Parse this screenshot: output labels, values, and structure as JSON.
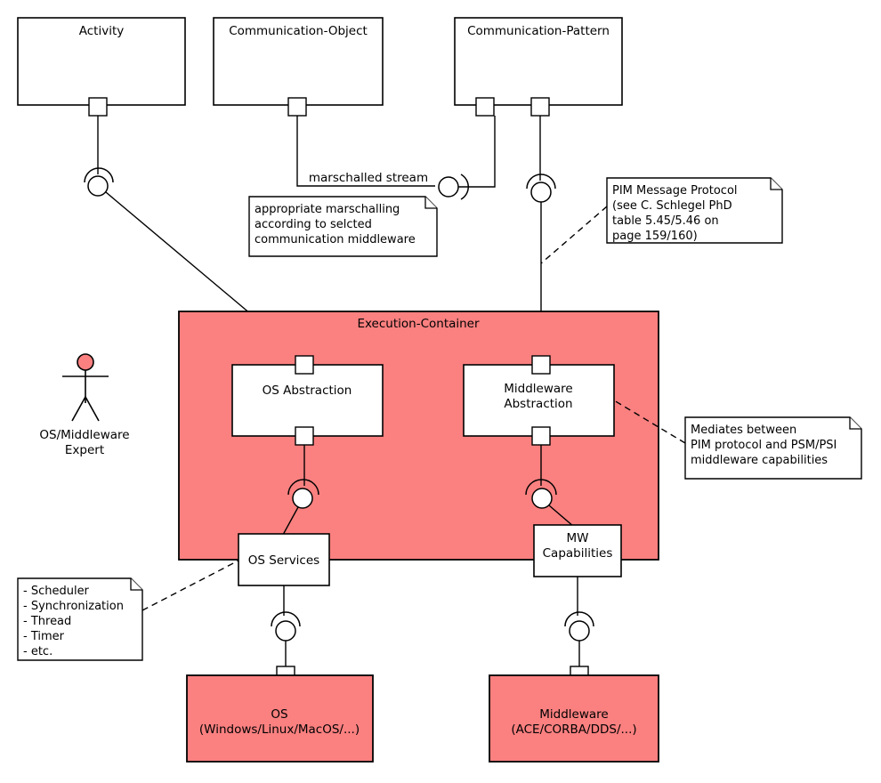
{
  "diagram": {
    "title": "Execution-Container component diagram",
    "colors": {
      "fill_pink": "#fb8080",
      "stroke": "#000000",
      "background": "#ffffff"
    }
  },
  "components": {
    "activity": {
      "label": "Activity"
    },
    "communication_object": {
      "label": "Communication-Object"
    },
    "communication_pattern": {
      "label": "Communication-Pattern"
    },
    "execution_container": {
      "label": "Execution-Container"
    },
    "os_abstraction": {
      "label": "OS Abstraction"
    },
    "middleware_abstraction": {
      "label_line1": "Middleware",
      "label_line2": "Abstraction"
    },
    "os_services": {
      "label": "OS Services"
    },
    "mw_capabilities": {
      "label_line1": "MW",
      "label_line2": "Capabilities"
    },
    "os": {
      "label_line1": "OS",
      "label_line2": "(Windows/Linux/MacOS/...)"
    },
    "middleware": {
      "label_line1": "Middleware",
      "label_line2": "(ACE/CORBA/DDS/...)"
    }
  },
  "actor": {
    "label_line1": "OS/Middleware",
    "label_line2": "Expert"
  },
  "connector_labels": {
    "marschalled_stream": "marschalled stream"
  },
  "notes": {
    "marschalling": {
      "lines": [
        "appropriate marschalling",
        "according to selcted",
        "communication middleware"
      ]
    },
    "pim_message_protocol": {
      "lines": [
        "PIM Message Protocol",
        "(see C. Schlegel PhD",
        " table 5.45/5.46 on",
        " page 159/160)"
      ]
    },
    "mediates": {
      "lines": [
        "Mediates between",
        "PIM protocol and PSM/PSI",
        "middleware capabilities"
      ]
    },
    "os_services_details": {
      "lines": [
        "- Scheduler",
        "- Synchronization",
        "- Thread",
        "- Timer",
        "- etc."
      ]
    }
  }
}
